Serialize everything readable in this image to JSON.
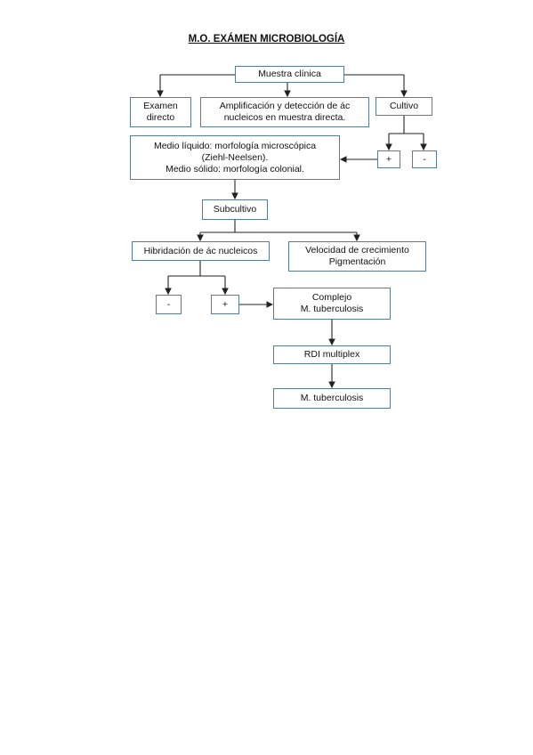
{
  "title": "M.O. EXÁMEN MICROBIOLOGÍA",
  "nodes": {
    "muestra": "Muestra clínica",
    "examen": [
      "Examen",
      "directo"
    ],
    "amplificacion": [
      "Amplificación y detección de ác",
      "nucleicos en muestra directa."
    ],
    "cultivo": "Cultivo",
    "medio": [
      "Medio líquido: morfología microscópica",
      "(Ziehl-Neelsen).",
      "Medio sólido: morfología colonial."
    ],
    "cultivo_pos": "+",
    "cultivo_neg": "-",
    "subcultivo": "Subcultivo",
    "hibridacion": "Hibridación de ác nucleicos",
    "velocidad": [
      "Velocidad de crecimiento",
      "Pigmentación"
    ],
    "hib_neg": "-",
    "hib_pos": "+",
    "complejo": [
      "Complejo",
      "M. tuberculosis"
    ],
    "rdi": "RDI multiplex",
    "mtb": "M. tuberculosis"
  }
}
